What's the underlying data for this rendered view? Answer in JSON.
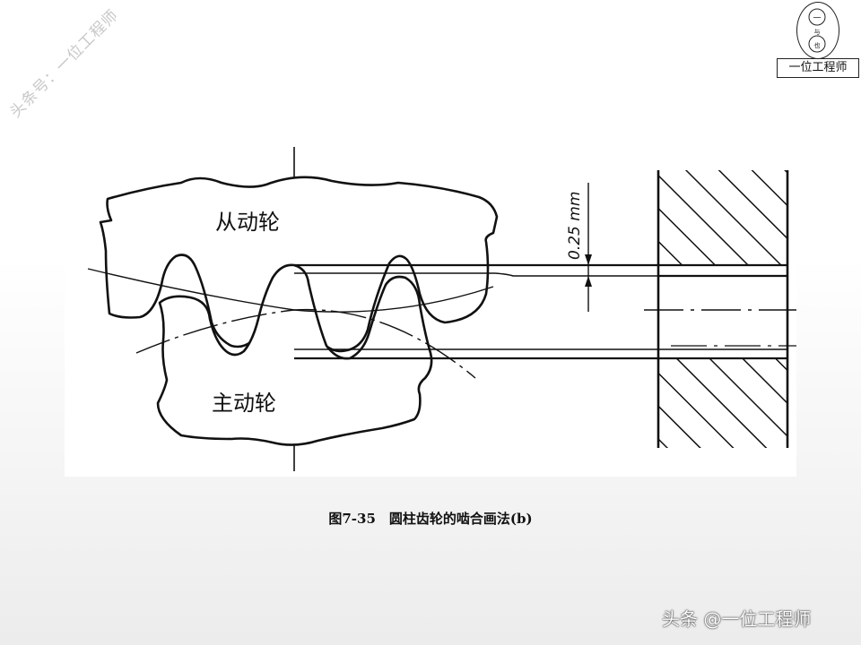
{
  "watermark": {
    "text": "头条号：一位工程师"
  },
  "logo": {
    "text": "一位工程师",
    "circle_glyphs": [
      "一",
      "与",
      "也"
    ]
  },
  "diagram": {
    "driven_gear_label": "从动轮",
    "driving_gear_label": "主动轮",
    "clearance_label": "0.25 mm"
  },
  "caption": {
    "text": "图7-35　圆柱齿轮的啮合画法(b)"
  },
  "footer": {
    "text": "头条 @一位工程师"
  }
}
